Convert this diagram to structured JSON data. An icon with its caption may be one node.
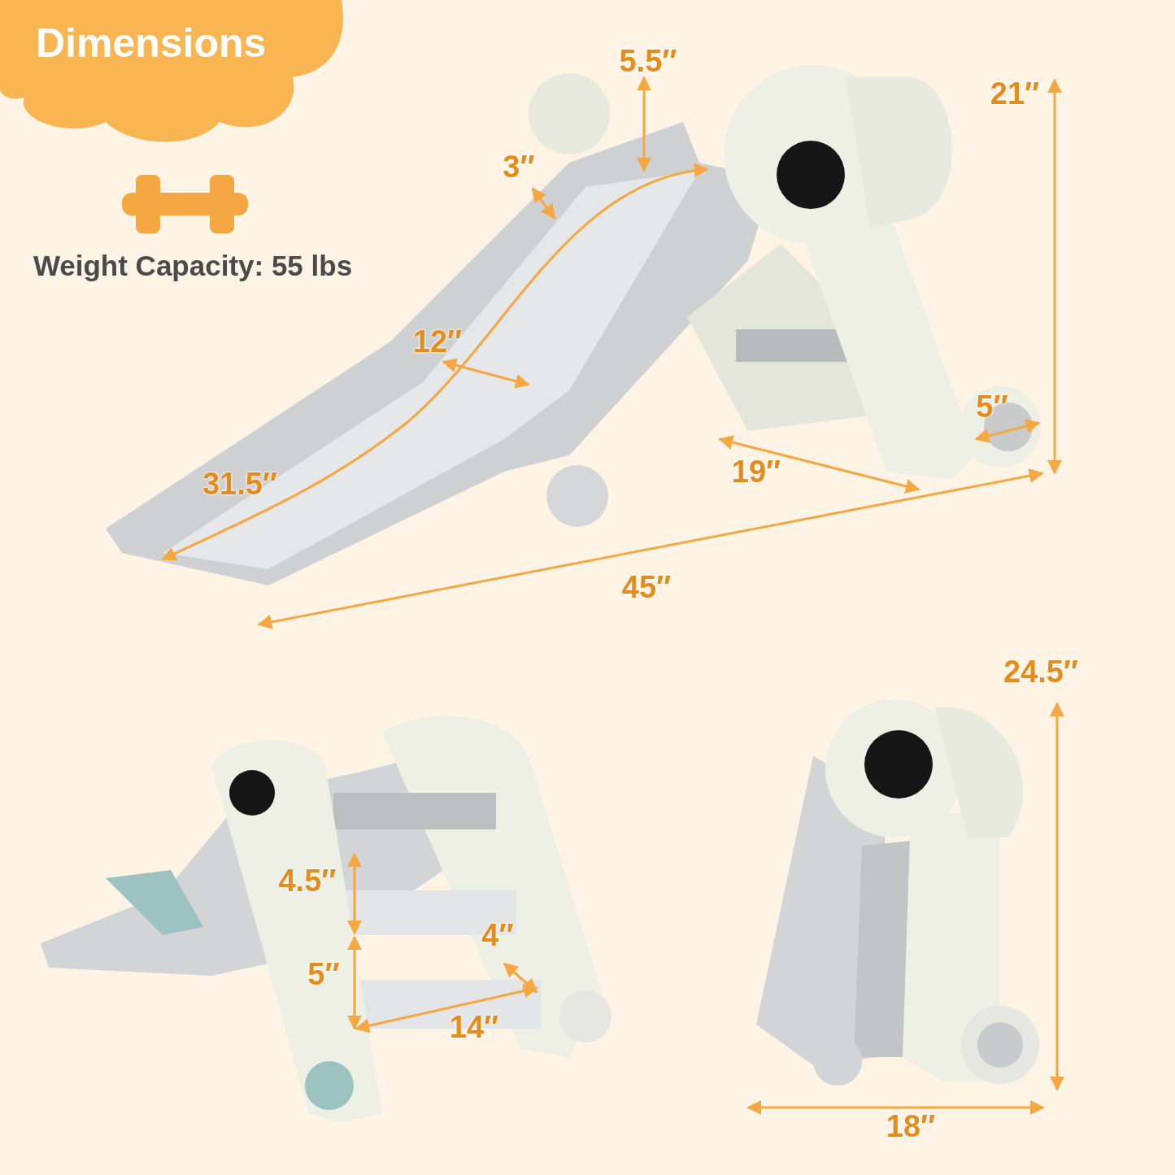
{
  "diagram": {
    "title": "Dimensions",
    "labels": [
      "Weight Capacity: 55 lbs",
      "5.5″",
      "21″",
      "3″",
      "12″",
      "5″",
      "31.5″",
      "19″",
      "45″",
      "24.5″",
      "4.5″",
      "4″",
      "5″",
      "14″",
      "18″"
    ]
  }
}
